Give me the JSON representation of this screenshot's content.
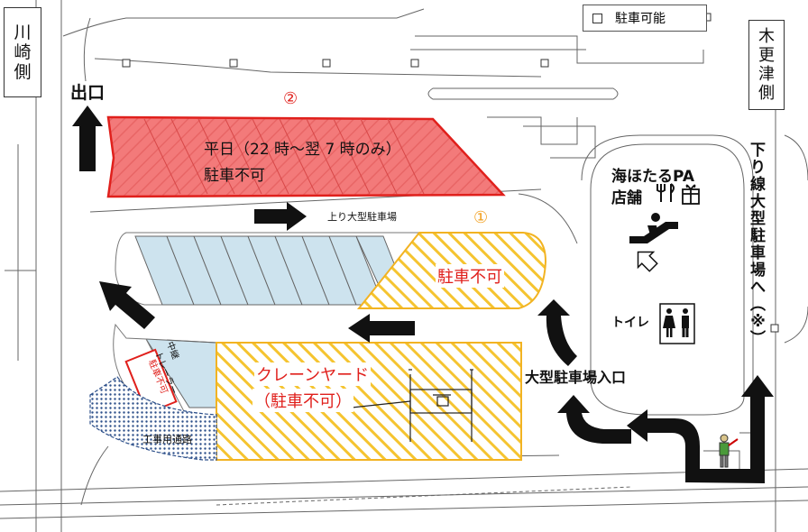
{
  "legend": {
    "text": "駐車可能"
  },
  "left_box": {
    "chars": [
      "川",
      "崎",
      "側"
    ]
  },
  "right_box": {
    "chars": [
      "木",
      "更",
      "津",
      "側"
    ]
  },
  "exit": {
    "label": "出口"
  },
  "zone2": {
    "number": "②",
    "line1": "平日（22 時～翌 7 時のみ）",
    "line2": "駐車不可",
    "color": "#f37a7a"
  },
  "zone1": {
    "number": "①",
    "label": "駐車不可",
    "color": "#f5c430"
  },
  "up_parking": {
    "label": "上り大型駐車場"
  },
  "crane": {
    "line1": "クレーンヤード",
    "line2": "（駐車不可）"
  },
  "crane_lane": {
    "line1": "中継",
    "line2": "トレーラー"
  },
  "small_nopark": {
    "label": "駐車不可"
  },
  "work_road": {
    "label": "工事用通路"
  },
  "pa": {
    "line1": "海ほたるPA",
    "line2": "店舗",
    "toilet": "トイレ",
    "icons": [
      "restaurant-icon",
      "gift-icon",
      "escalator-icon",
      "restroom-icon"
    ]
  },
  "entrance": {
    "label": "大型駐車場入口"
  },
  "down_route": {
    "chars": [
      "下",
      "り",
      "線",
      "大",
      "型",
      "駐",
      "車",
      "場",
      "へ",
      "︵",
      "※",
      "︶"
    ]
  },
  "colors": {
    "red": "#e0201c",
    "yellow": "#f2b322",
    "blue": "#cde3ee",
    "navy": "#2c4f8a"
  }
}
